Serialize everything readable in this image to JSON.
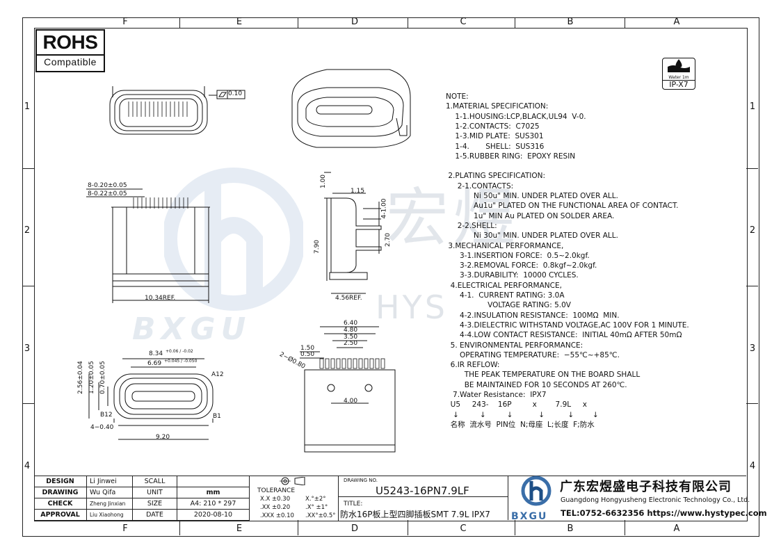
{
  "zones": {
    "columns": [
      "F",
      "E",
      "D",
      "C",
      "B",
      "A"
    ],
    "rows": [
      "1",
      "2",
      "3",
      "4"
    ]
  },
  "rohs": {
    "line1": "ROHS",
    "line2": "Compatible"
  },
  "ip_badge": {
    "small": "Water 1m",
    "label": "IP-X7"
  },
  "watermark": {
    "cn": "宏煜",
    "en": "HYS",
    "brand": "BXGU"
  },
  "dimensions": {
    "flatness": "0.10",
    "pitch1": "8-0.20±0.05",
    "pitch2": "8-0.22±0.05",
    "width_ref": "10.34REF.",
    "side_top": "1.00",
    "side_1_15": "1.15",
    "side_4_1_00": "4-1.00",
    "side_2_70": "2.70",
    "side_7_90": "7.90",
    "side_4_56": "4.56REF.",
    "front_8_34": "8.34",
    "front_8_34_tol": "+0.06 / -0.02",
    "front_6_69": "6.69",
    "front_6_69_tol": "+0.045 / -0.050",
    "front_a12": "A12",
    "front_b12": "B12",
    "front_b1": "B1",
    "front_2_56": "2.56±0.04",
    "front_1_20": "1.20±0.05",
    "front_0_70": "0.70±0.05",
    "front_4_0_40": "4−0.40",
    "front_9_20": "9.20",
    "pcb_6_40": "6.40",
    "pcb_4_80": "4.80",
    "pcb_3_50": "3.50",
    "pcb_2_50": "2.50",
    "pcb_1_50": "1.50",
    "pcb_0_50": "0.50",
    "pcb_2_080": "2−Ø0.80",
    "pcb_4_00": "4.00"
  },
  "notes": [
    "NOTE:",
    "1.MATERIAL SPECIFICATION:",
    "    1-1.HOUSING:LCP,BLACK,UL94  V-0.",
    "    1-2.CONTACTS:  C7025",
    "    1-3.MID PLATE:  SUS301",
    "    1-4.       SHELL:  SUS316",
    "    1-5.RUBBER RING:  EPOXY RESIN",
    "",
    " 2.PLATING SPECIFICATION:",
    "     2-1.CONTACTS:",
    "            Ni 50u\" MIN. UNDER PLATED OVER ALL.",
    "            Au1u\" PLATED ON THE FUNCTIONAL AREA OF CONTACT.",
    "            1u\" MIN Au PLATED ON SOLDER AREA.",
    "     2-2.SHELL:",
    "            Ni 30u\" MIN. UNDER PLATED OVER ALL.",
    " 3.MECHANICAL PERFORMANCE,",
    "      3-1.INSERTION FORCE:  0.5~2.0kgf.",
    "      3-2.REMOVAL FORCE:  0.8kgf~2.0kgf.",
    "      3-3.DURABILITY:  10000 CYCLES.",
    "  4.ELECTRICAL PERFORMANCE,",
    "      4-1.  CURRENT RATING: 3.0A",
    "                  VOLTAGE RATING: 5.0V",
    "      4-2.INSULATION RESISTANCE:  100MΩ  MIN.",
    "      4-3.DIELECTRIC WITHSTAND VOLTAGE,AC 100V FOR 1 MINUTE.",
    "      4-4.LOW CONTACT RESISTANCE:  INITIAL 40mΩ AFTER 50mΩ",
    "  5. ENVIRONMENTAL PERFORMANCE:",
    "      OPERATING TEMPERATURE:  −55℃~+85℃.",
    "  6.IR REFLOW:",
    "        THE PEAK TEMPERATURE ON THE BOARD SHALL",
    "        BE MAINTAINED FOR 10 SECONDS AT 260℃.",
    "   7.Water Resistance:  IPX7",
    "  U5     243-    16P         x        7.9L     x",
    "   ↓         ↓         ↓           ↓          ↓        ↓",
    "  名称  流水号  PIN位  N;母座  L;长度  F;防水"
  ],
  "title_block": {
    "design_label": "DESIGN",
    "design_name": "Li Jinwei",
    "drawing_label": "DRAWING",
    "drawing_name": "Wu Qifa",
    "check_label": "CHECK",
    "check_name": "Zheng Jinxian",
    "approval_label": "APPROVAL",
    "approval_name": "Liu Xiaohong",
    "scale_label": "SCALL",
    "scale_value": "",
    "unit_label": "UNIT",
    "unit_value": "mm",
    "size_label": "SIZE",
    "size_value": "A4: 210 * 297",
    "date_label": "DATE",
    "date_value": "2020-08-10",
    "tolerance_label": "TOLERANCE",
    "tol": [
      "X.X  ±0.30",
      "X.°±2°",
      ".XX  ±0.20",
      ".X° ±1°",
      ".XXX ±0.10",
      ".XX°±0.5°"
    ],
    "drawing_no_label": "DRAWING NO.",
    "drawing_no": "U5243-16PN7.9LF",
    "title_label": "TITLE:",
    "title": "防水16P板上型四脚插板SMT 7.9L IPX7",
    "company_cn": "广东宏煜盛电子科技有限公司",
    "company_en": "Guangdong Hongyusheng Electronic Technology Co., Ltd.",
    "company_tel": "TEL:0752-6632356  https://www.hystypec.com",
    "brand": "BXGU"
  }
}
